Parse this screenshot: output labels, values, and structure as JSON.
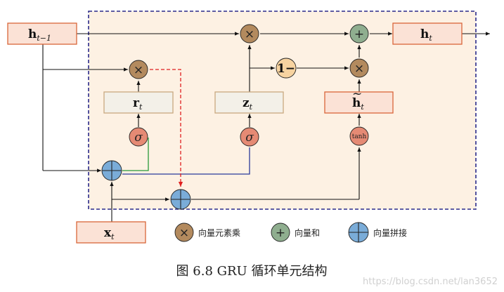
{
  "nodes": {
    "h_prev": {
      "base": "h",
      "sub": "t−1"
    },
    "h_t": {
      "base": "h",
      "sub": "t"
    },
    "x_t": {
      "base": "x",
      "sub": "t"
    },
    "r_t": {
      "base": "r",
      "sub": "t"
    },
    "z_t": {
      "base": "z",
      "sub": "t"
    },
    "h_tilde": {
      "base": "h",
      "accent": "~",
      "sub": "t"
    }
  },
  "operators": {
    "multiply": "×",
    "add": "+",
    "concat": "+",
    "sigma": "σ",
    "one_minus": "1−",
    "tanh": "tanh"
  },
  "legend": [
    {
      "symbol": "×",
      "label": "向量元素乘"
    },
    {
      "symbol": "+",
      "label": "向量和"
    },
    {
      "symbol": "+",
      "label": "向量拼接"
    }
  ],
  "caption": "图 6.8 GRU 循环单元结构",
  "watermark": "https://blog.csdn.net/lan3652",
  "colors": {
    "cell_bg": "#fdf1e3",
    "cell_border": "#2a2a8a",
    "multiply_fill": "#b38a5e",
    "add_fill": "#8fae8f",
    "concat_fill": "#7aacd8",
    "sigma_fill": "#e58a74",
    "one_minus_fill": "#f7d3a0",
    "input_box_fill": "#fbe2d6",
    "input_box_border": "#d9663a",
    "gate_box_fill": "#f3f0e8",
    "gate_box_border": "#c9a880",
    "green_line": "#2a9a3a",
    "blue_line": "#2a3a9a",
    "red_dash": "#e02020"
  }
}
